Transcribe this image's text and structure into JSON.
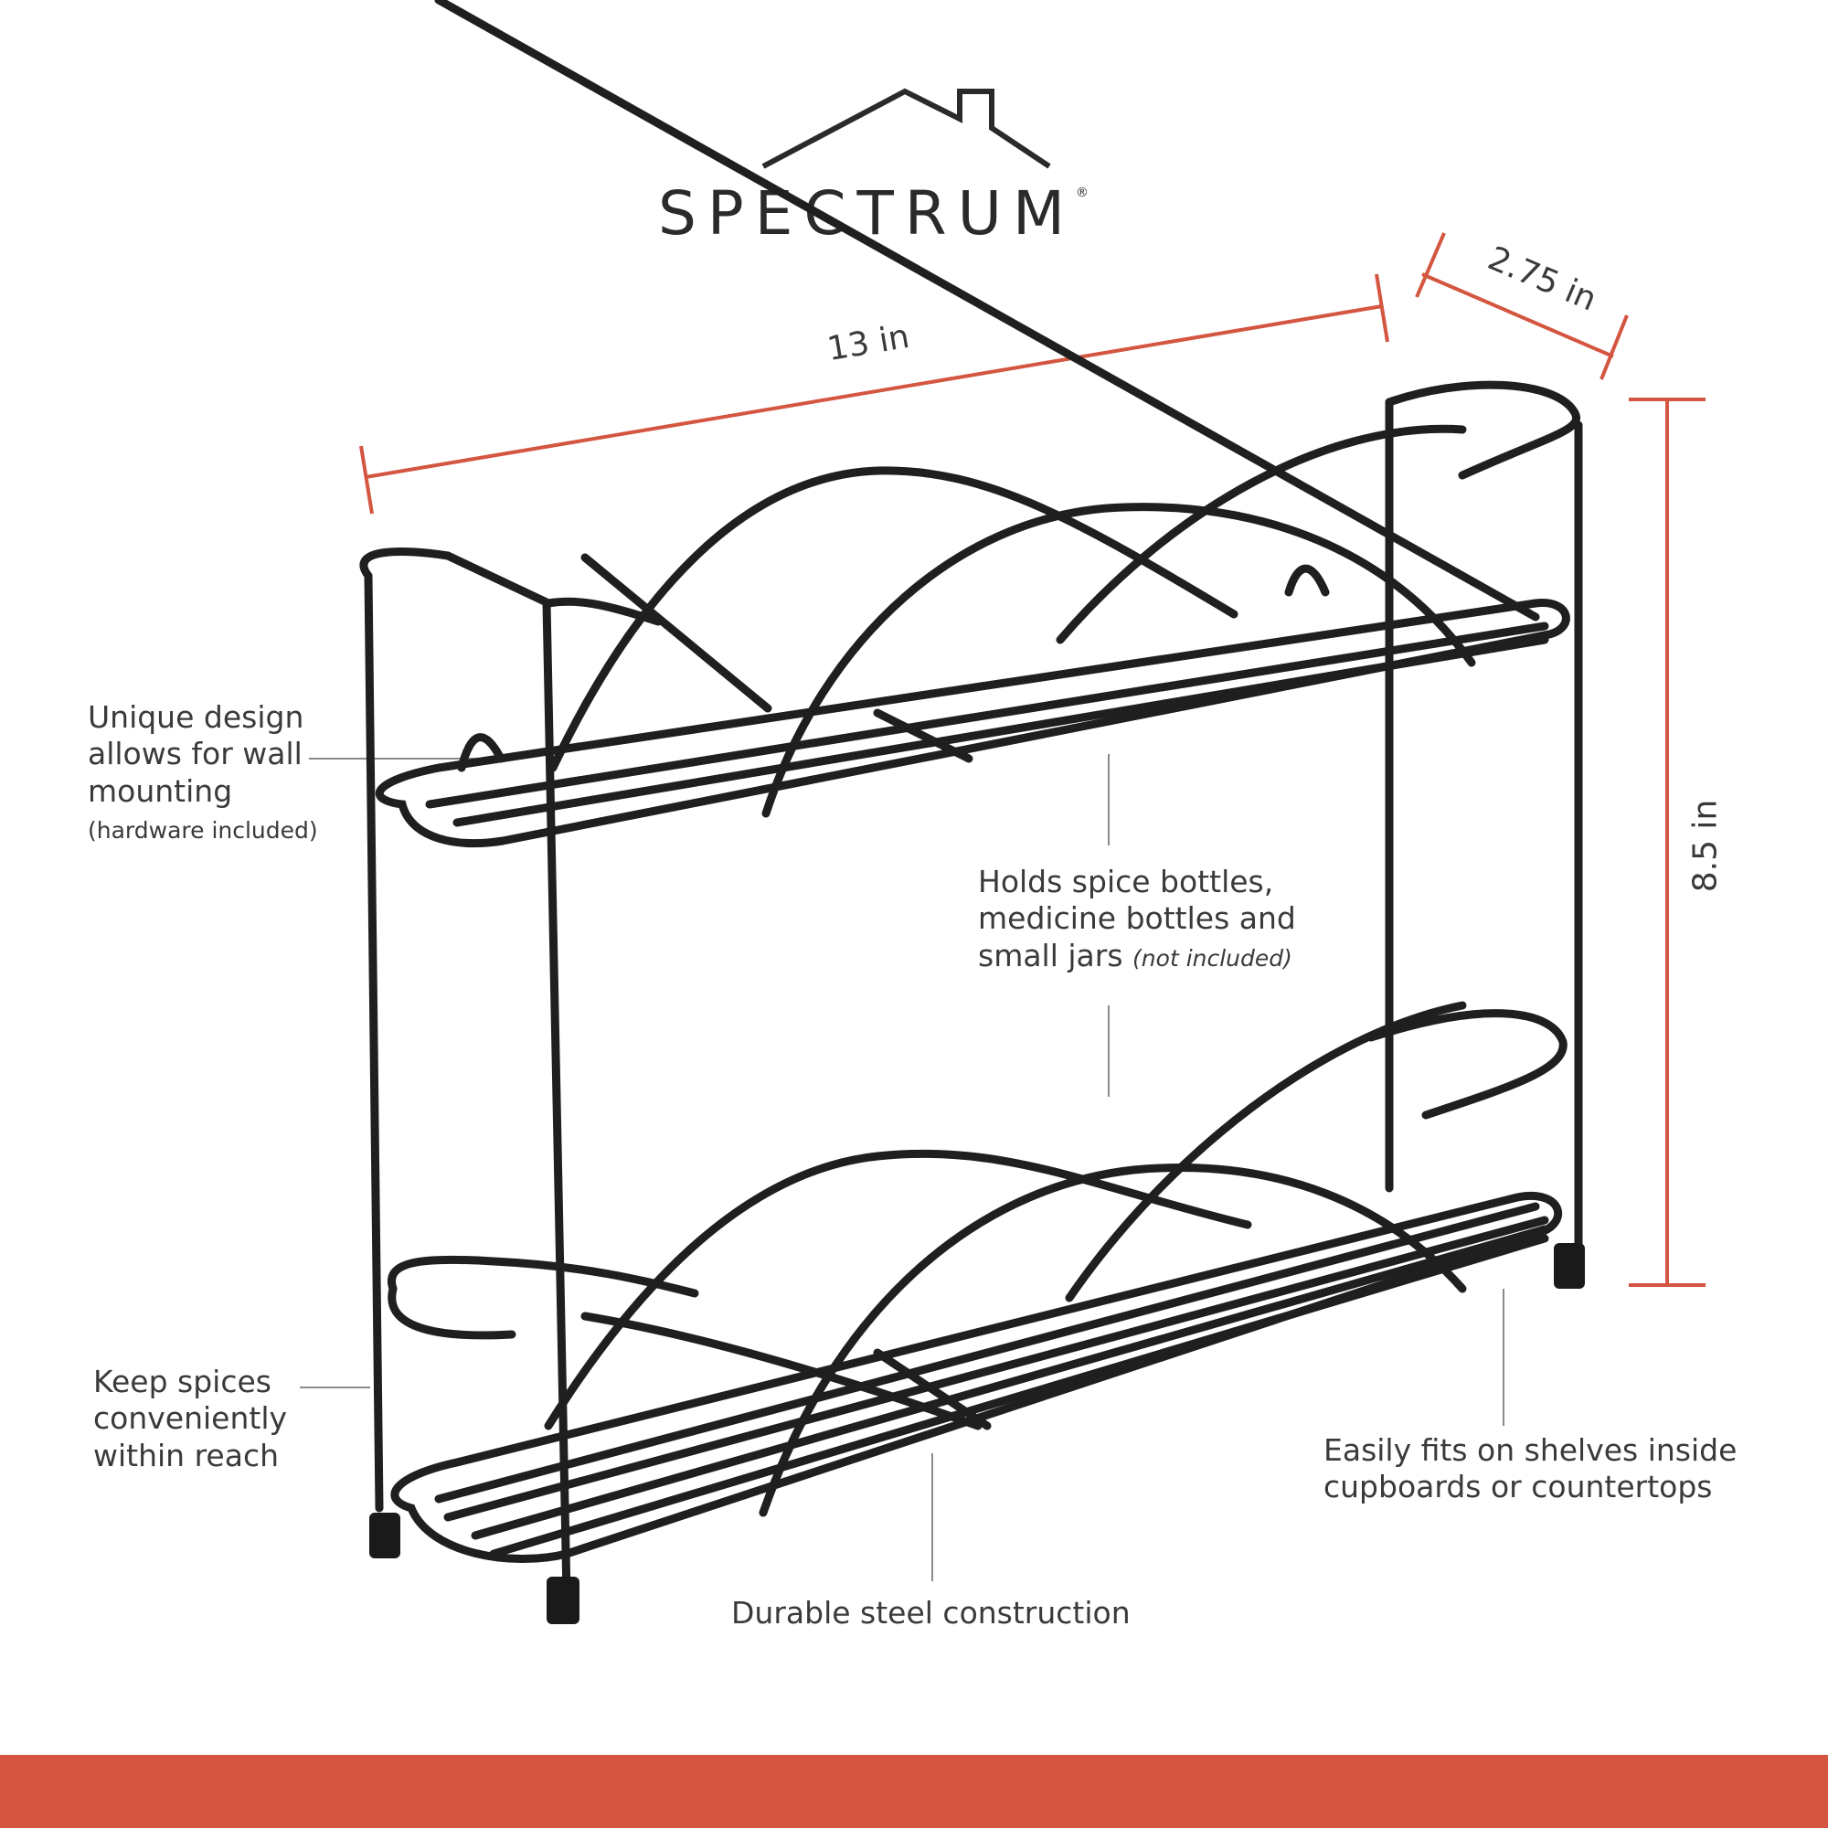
{
  "brand": {
    "name": "SPECTRUM",
    "reg_mark": "®"
  },
  "dimensions": {
    "width": "13 in",
    "depth": "2.75 in",
    "height": "8.5 in"
  },
  "features": {
    "wall_mount": {
      "text": "Unique design allows for wall mounting",
      "note": "(hardware included)"
    },
    "holds": {
      "text": "Holds spice bottles, medicine bottles and small jars",
      "note": "(not included)"
    },
    "reach": {
      "text": "Keep spices conveniently within reach"
    },
    "fits": {
      "text": "Easily fits on shelves inside cupboards or countertops"
    },
    "steel": {
      "text": "Durable steel construction"
    }
  },
  "colors": {
    "accent": "#d45540",
    "wire": "#1f1f1f",
    "text": "#3a3a3a",
    "callout_line": "#8a8a8a"
  }
}
